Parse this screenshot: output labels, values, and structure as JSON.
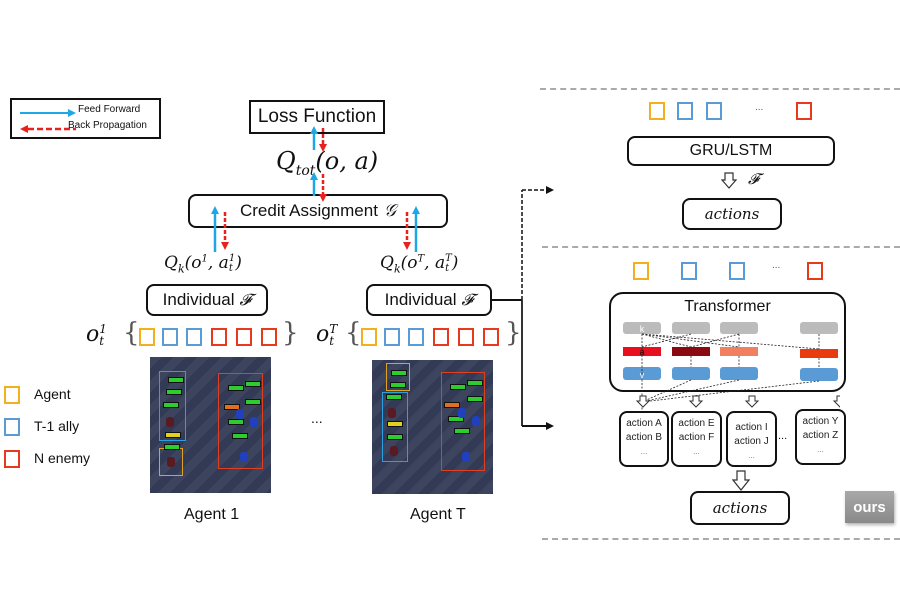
{
  "legend": {
    "feed_forward": "Feed Forward",
    "back_propagation": "Back Propagation",
    "colors": {
      "feed_forward": "#1ea7e8",
      "back_propagation": "#e8201e"
    }
  },
  "main": {
    "loss_function": "Loss Function",
    "q_tot": "Q",
    "q_tot_sub": "tot",
    "q_tot_args": "(o, a)",
    "credit_assignment": "Credit Assignment",
    "credit_symbol": "𝒢",
    "agents": [
      {
        "q_label": "Q",
        "q_sub": "k",
        "q_args_pre": "(o",
        "q_sup_o": "1",
        "q_mid": ", a",
        "q_sup_a": "1",
        "q_sub_a": "t",
        "q_close": ")",
        "individual": "Individual",
        "f_symbol": "𝓕",
        "obs_o": "o",
        "obs_sup": "1",
        "obs_sub": "t",
        "name": "Agent 1"
      },
      {
        "q_label": "Q",
        "q_sub": "k",
        "q_args_pre": "(o",
        "q_sup_o": "T",
        "q_mid": ", a",
        "q_sup_a": "T",
        "q_sub_a": "t",
        "q_close": ")",
        "individual": "Individual",
        "f_symbol": "𝓕",
        "obs_o": "o",
        "obs_sup": "T",
        "obs_sub": "t",
        "name": "Agent T"
      }
    ],
    "ellipsis": "...",
    "obs_brace_open": "{",
    "obs_brace_close": "}"
  },
  "entity_legend": [
    {
      "label": "Agent",
      "color": "#f2b01e"
    },
    {
      "label": "T-1 ally",
      "color": "#5b9bd5"
    },
    {
      "label": "N enemy",
      "color": "#e8381e"
    }
  ],
  "top_panel": {
    "ellipsis": "...",
    "rnn": "GRU/LSTM",
    "f_symbol": "𝓕",
    "actions": "actions"
  },
  "bottom_panel": {
    "ellipsis": "...",
    "transformer": "Transformer",
    "k_label": "k",
    "q_label": "a",
    "v_label": "v",
    "action_groups": [
      {
        "line1": "action A",
        "line2": "action B",
        "more": "..."
      },
      {
        "line1": "action E",
        "line2": "action F",
        "more": "..."
      },
      {
        "line1": "action I",
        "line2": "action J",
        "more": "..."
      },
      {
        "line1": "action Y",
        "line2": "action Z",
        "more": "..."
      }
    ],
    "groups_ellipsis": "...",
    "actions": "actions",
    "ours_badge": "ours",
    "attention_colors": [
      "#e8101e",
      "#8b0a12",
      "#f08060",
      "#e83c10"
    ]
  }
}
